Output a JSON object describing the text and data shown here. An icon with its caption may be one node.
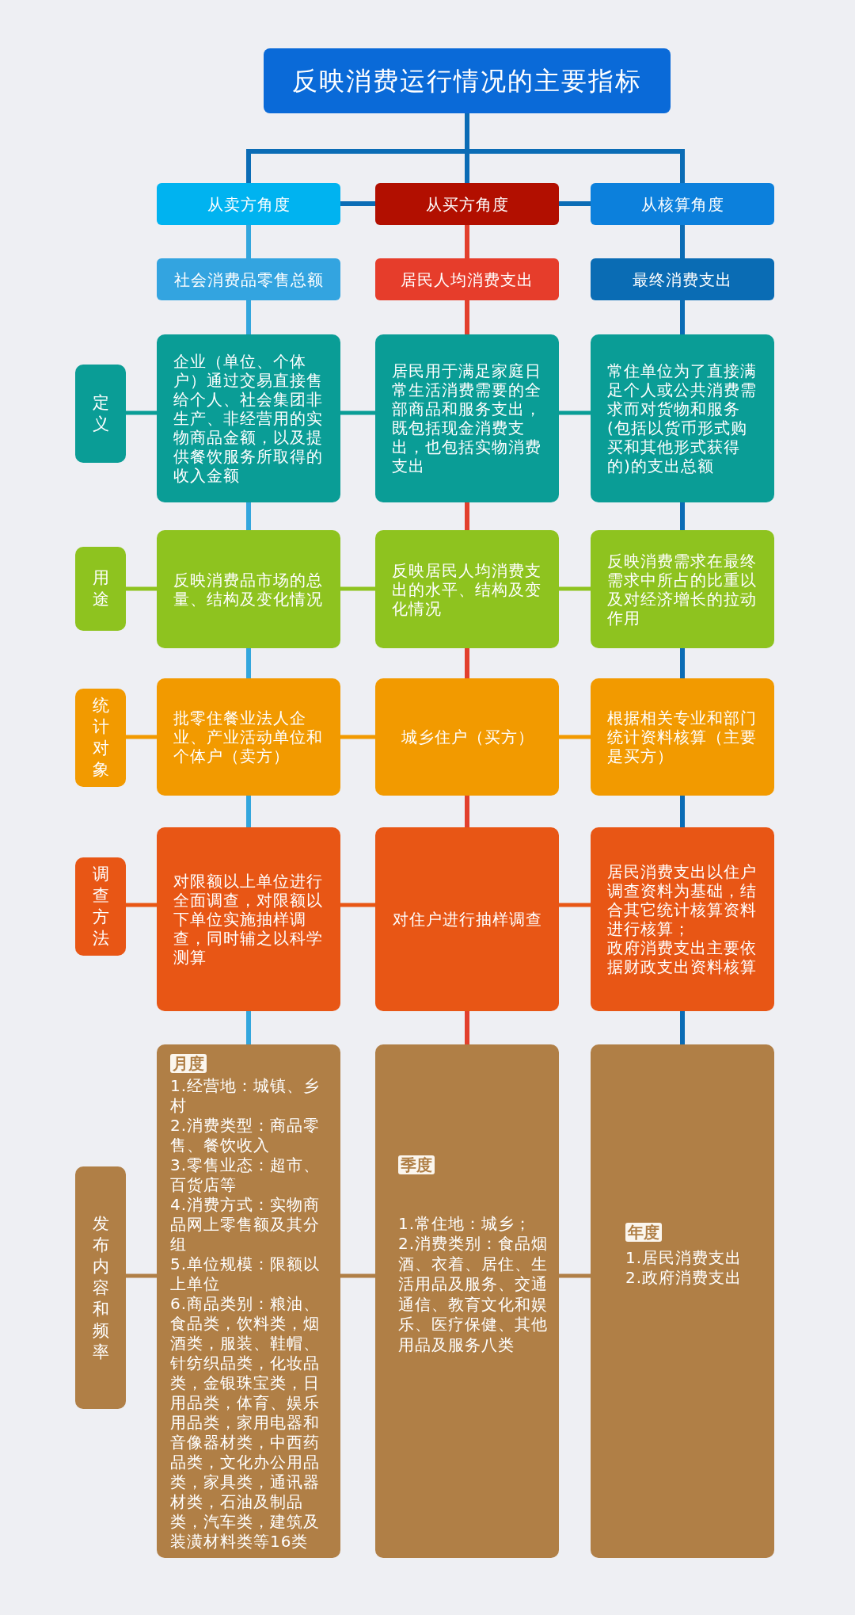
{
  "diagram": {
    "nodes": [
      {
        "text": [
          "反映消费运行情况的主要指标"
        ]
      },
      {
        "text": [
          "从卖方角度"
        ]
      },
      {
        "text": [
          "从买方角度"
        ]
      },
      {
        "text": [
          "从核算角度"
        ]
      },
      {
        "text": [
          "社会消费品零售总额"
        ]
      },
      {
        "text": [
          "居民人均消费支出"
        ]
      },
      {
        "text": [
          "最终消费支出"
        ]
      },
      {
        "text": [
          "定义"
        ]
      },
      {
        "text": [
          "企业（单位、个体户）通过交易直接售给个人、社会集团非生产、非经营用的实物商品金额，以及提供餐饮服务所取得的收入金额"
        ]
      },
      {
        "text": [
          "居民用于满足家庭日常生活消费需要的全部商品和服务支出，既包括现金消费支出，也包括实物消费支出"
        ]
      },
      {
        "text": [
          "常住单位为了直接满足个人或公共消费需求而对货物和服务(包括以货币形式购买和其他形式获得的)的支出总额"
        ]
      },
      {
        "text": [
          "用途"
        ]
      },
      {
        "text": [
          "反映消费品市场的总量、结构及变化情况"
        ]
      },
      {
        "text": [
          "反映居民人均消费支出的水平、结构及变化情况"
        ]
      },
      {
        "text": [
          "反映消费需求在最终需求中所占的比重以及对经济增长的拉动作用"
        ]
      },
      {
        "text": [
          "统计对象"
        ]
      },
      {
        "text": [
          "批零住餐业法人企业、产业活动单位和个体户（卖方）"
        ]
      },
      {
        "text": [
          "城乡住户（买方）"
        ]
      },
      {
        "text": [
          "根据相关专业和部门统计资料核算（主要是买方）"
        ]
      },
      {
        "text": [
          "调查方法"
        ]
      },
      {
        "text": [
          "对限额以上单位进行全面调查，对限额以下单位实施抽样调查，同时辅之以科学测算"
        ]
      },
      {
        "text": [
          "对住户进行抽样调查"
        ]
      },
      {
        "text": [
          "居民消费支出以住户调查资料为基础，结合其它统计核算资料进行核算；",
          "政府消费支出主要依据财政支出资料核算"
        ]
      },
      {
        "text": [
          "发布内容和频率"
        ]
      },
      {
        "text": [
          "月度",
          "1.经营地：城镇、乡村",
          "2.消费类型：商品零售、餐饮收入",
          "3.零售业态：超市、百货店等",
          "4.消费方式：实物商品网上零售额及其分组",
          "5.单位规模：限额以上单位",
          "6.商品类别：粮油、食品类，饮料类，烟酒类，服装、鞋帽、针纺织品类，化妆品类，金银珠宝类，日用品类，体育、娱乐用品类，家用电器和音像器材类，中西药品类，文化办公用品类，家具类，通讯器材类，石油及制品类，汽车类，建筑及装潢材料类等16类"
        ]
      },
      {
        "text": [
          "季度",
          "1.常住地：城乡；",
          "2.消费类别：食品烟酒、衣着、居住、生活用品及服务、交通通信、教育文化和娱乐、医疗保健、其他用品及服务八类"
        ]
      },
      {
        "text": [
          "年度",
          "1.居民消费支出",
          "2.政府消费支出"
        ]
      }
    ],
    "edges": [
      {
        "from": 0,
        "to": 1,
        "arrow": "none"
      },
      {
        "from": 0,
        "to": 2,
        "arrow": "none"
      },
      {
        "from": 0,
        "to": 3,
        "arrow": "none"
      },
      {
        "from": 1,
        "to": 2,
        "arrow": "none"
      },
      {
        "from": 2,
        "to": 3,
        "arrow": "none"
      },
      {
        "from": 1,
        "to": 4,
        "arrow": "none",
        "color": "#33a6dd"
      },
      {
        "from": 4,
        "to": 8,
        "arrow": "none",
        "color": "#33a6dd"
      },
      {
        "from": 8,
        "to": 12,
        "arrow": "none",
        "color": "#33a6dd"
      },
      {
        "from": 12,
        "to": 16,
        "arrow": "none",
        "color": "#33a6dd"
      },
      {
        "from": 16,
        "to": 20,
        "arrow": "none",
        "color": "#33a6dd"
      },
      {
        "from": 20,
        "to": 24,
        "arrow": "none",
        "color": "#33a6dd"
      },
      {
        "from": 2,
        "to": 5,
        "arrow": "none",
        "color": "#e2402d"
      },
      {
        "from": 5,
        "to": 9,
        "arrow": "none",
        "color": "#e2402d"
      },
      {
        "from": 9,
        "to": 13,
        "arrow": "none",
        "color": "#e2402d"
      },
      {
        "from": 13,
        "to": 17,
        "arrow": "none",
        "color": "#e2402d"
      },
      {
        "from": 17,
        "to": 21,
        "arrow": "none",
        "color": "#e2402d"
      },
      {
        "from": 21,
        "to": 25,
        "arrow": "none",
        "color": "#e2402d"
      },
      {
        "from": 3,
        "to": 6,
        "arrow": "none"
      },
      {
        "from": 6,
        "to": 10,
        "arrow": "none"
      },
      {
        "from": 10,
        "to": 14,
        "arrow": "none"
      },
      {
        "from": 14,
        "to": 18,
        "arrow": "none"
      },
      {
        "from": 18,
        "to": 22,
        "arrow": "none"
      },
      {
        "from": 22,
        "to": 26,
        "arrow": "none"
      },
      {
        "from": 7,
        "to": 8,
        "arrow": "none",
        "color": "#0a9d96"
      },
      {
        "from": 8,
        "to": 9,
        "arrow": "none",
        "color": "#0a9d96"
      },
      {
        "from": 9,
        "to": 10,
        "arrow": "none",
        "color": "#0a9d96"
      },
      {
        "from": 11,
        "to": 12,
        "arrow": "none",
        "color": "#8ec31f"
      },
      {
        "from": 12,
        "to": 13,
        "arrow": "none",
        "color": "#8ec31f"
      },
      {
        "from": 13,
        "to": 14,
        "arrow": "none",
        "color": "#8ec31f"
      },
      {
        "from": 15,
        "to": 16,
        "arrow": "none",
        "color": "#f29a00"
      },
      {
        "from": 16,
        "to": 17,
        "arrow": "none",
        "color": "#f29a00"
      },
      {
        "from": 17,
        "to": 18,
        "arrow": "none",
        "color": "#f29a00"
      },
      {
        "from": 19,
        "to": 20,
        "arrow": "none",
        "color": "#e85615"
      },
      {
        "from": 20,
        "to": 21,
        "arrow": "none",
        "color": "#e85615"
      },
      {
        "from": 21,
        "to": 22,
        "arrow": "none",
        "color": "#e85615"
      },
      {
        "from": 23,
        "to": 24,
        "arrow": "none",
        "color": "#b07f46"
      },
      {
        "from": 24,
        "to": 25,
        "arrow": "none",
        "color": "#b07f46"
      },
      {
        "from": 25,
        "to": 26,
        "arrow": "none",
        "color": "#b07f46"
      }
    ]
  }
}
